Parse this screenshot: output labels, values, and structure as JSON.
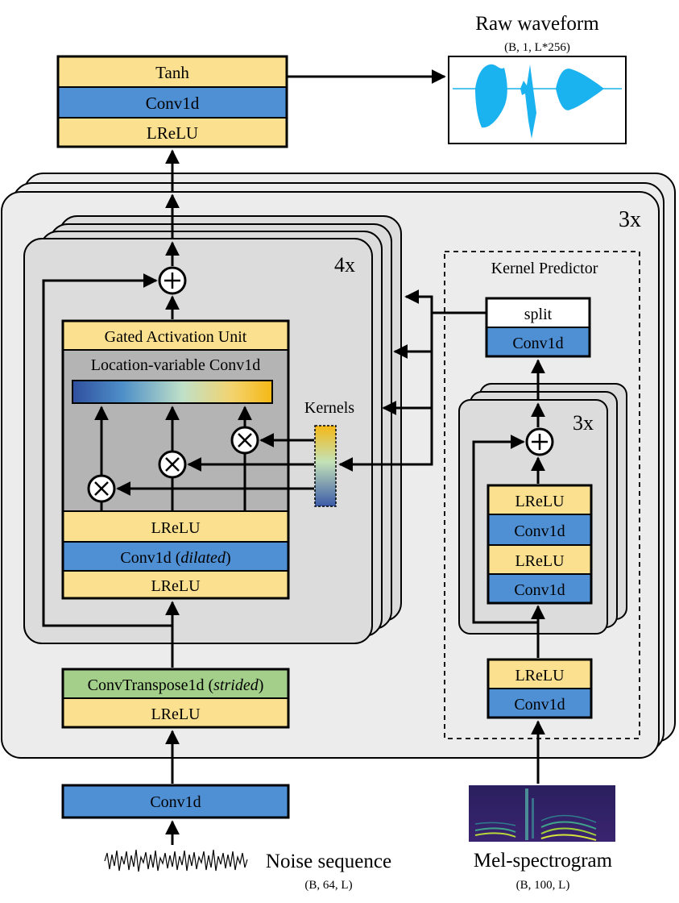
{
  "output": {
    "title": "Raw waveform",
    "shape": "(B, 1, L*256)",
    "blocks": [
      "Tanh",
      "Conv1d",
      "LReLU"
    ]
  },
  "outer_repeat": "3x",
  "lvc_block": {
    "repeat": "4x",
    "gau_label": "Gated Activation Unit",
    "lvc_label": "Location-variable Conv1d",
    "kernels_label": "Kernels",
    "blocks": [
      "LReLU",
      "Conv1d",
      "dilated",
      "LReLU"
    ]
  },
  "upsample": {
    "blocks": [
      "ConvTranspose1d",
      "strided",
      "LReLU"
    ]
  },
  "input": {
    "conv": "Conv1d",
    "title": "Noise sequence",
    "shape": "(B, 64, L)"
  },
  "kernel_predictor": {
    "title": "Kernel Predictor",
    "split": "split",
    "conv": "Conv1d",
    "repeat": "3x",
    "res_blocks": [
      "LReLU",
      "Conv1d",
      "LReLU",
      "Conv1d"
    ],
    "in_blocks": [
      "LReLU",
      "Conv1d"
    ]
  },
  "condition": {
    "title": "Mel-spectrogram",
    "shape": "(B, 100, L)"
  },
  "colors": {
    "activation": "#fbe08f",
    "conv": "#4f8fd4",
    "transpose": "#a3cf8a",
    "panel": "#ececec",
    "inner_panel": "#dcdcdc",
    "waveform": "#1ab2ef"
  }
}
